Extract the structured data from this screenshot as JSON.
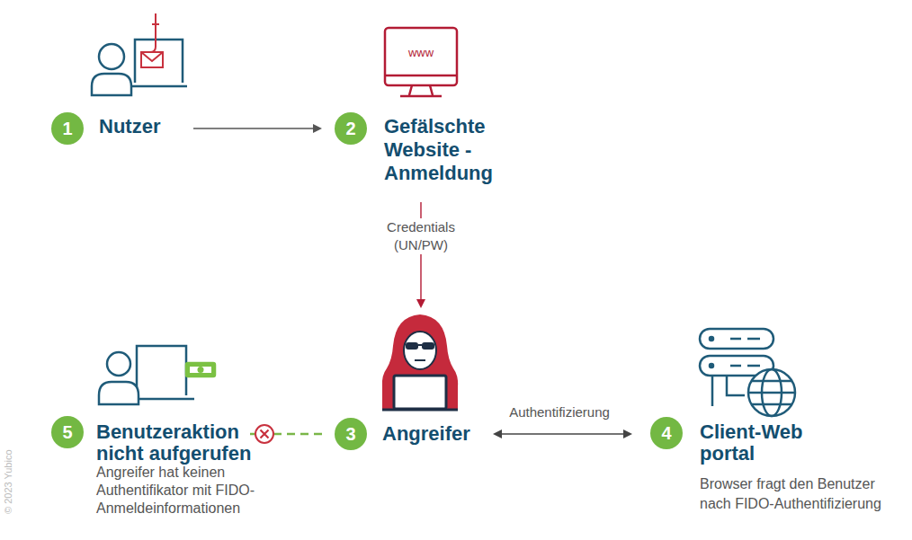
{
  "diagram": {
    "nodes": [
      {
        "text": [
          "1",
          "Nutzer"
        ]
      },
      {
        "text": [
          "2",
          "Gefälschte Website - Anmeldung"
        ]
      },
      {
        "text": [
          "3",
          "Angreifer"
        ]
      },
      {
        "text": [
          "4",
          "Client-Web portal",
          "Browser fragt den Benutzer nach FIDO-Authentifizierung"
        ]
      },
      {
        "text": [
          "5",
          "Benutzeraktion nicht aufgerufen",
          "Angreifer hat keinen Authentifikator mit FIDO-Anmeldeinformationen"
        ]
      }
    ],
    "edges": [
      {
        "from": 0,
        "to": 1,
        "arrow": "to"
      },
      {
        "from": 1,
        "to": 2,
        "label": "Credentials (UN/PW)",
        "arrow": "to"
      },
      {
        "from": 2,
        "to": 3,
        "label": "Authentifizierung",
        "arrow": "both"
      },
      {
        "from": 2,
        "to": 4,
        "arrow": "none"
      }
    ],
    "labels": [
      "www",
      "© 2023 Yubico"
    ]
  }
}
